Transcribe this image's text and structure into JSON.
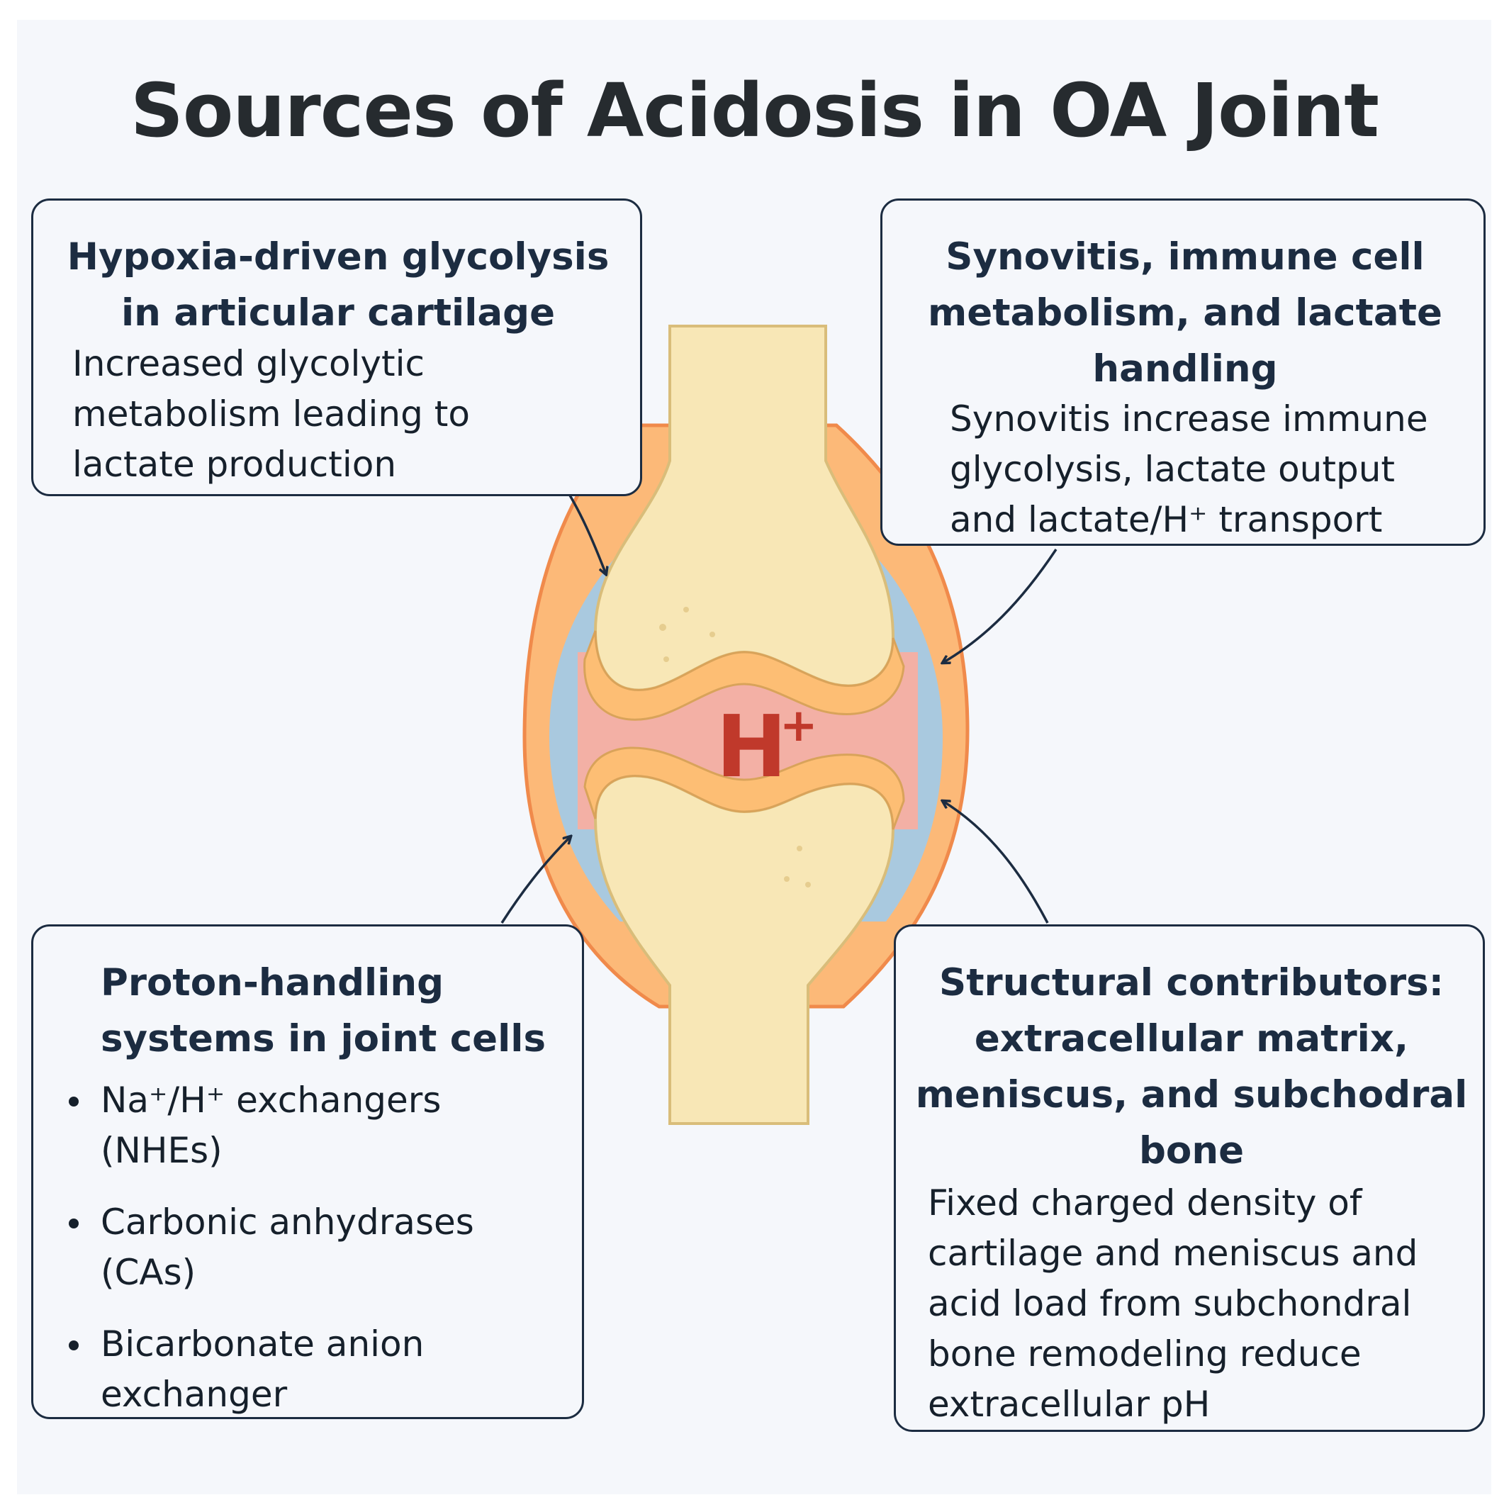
{
  "title": "Sources of Acidosis in OA Joint",
  "center_label": "H",
  "center_label_sup": "+",
  "boxes": {
    "top_left": {
      "heading": "Hypoxia-driven glycolysis in articular cartilage",
      "body": "Increased glycolytic metabolism leading to lactate production"
    },
    "top_right": {
      "heading": "Synovitis, immune cell metabolism, and lactate handling",
      "body": "Synovitis increase immune glycolysis, lactate output and lactate/H⁺ transport"
    },
    "bottom_left": {
      "heading": "Proton-handling systems in joint cells",
      "bullets": [
        "Na⁺/H⁺ exchangers (NHEs)",
        "Carbonic anhydrases (CAs)",
        "Bicarbonate anion exchanger"
      ]
    },
    "bottom_right": {
      "heading": "Structural contributors: extracellular matrix, meniscus, and subchodral bone",
      "body": "Fixed charged density of cartilage and meniscus and acid load from subchondral bone remodeling reduce extracellular pH"
    }
  },
  "colors": {
    "capsule_outer": "#f08a4b",
    "capsule_fill": "#fcb978",
    "synovium": "#a9c9df",
    "bone": "#f8e7b6",
    "bone_outline": "#d9bd7a",
    "cartilage": "#fdbe74",
    "joint_space": "#f3b0a5",
    "proton_text": "#c0392b",
    "box_border": "#1c2c41",
    "arrow": "#1c2c41"
  }
}
